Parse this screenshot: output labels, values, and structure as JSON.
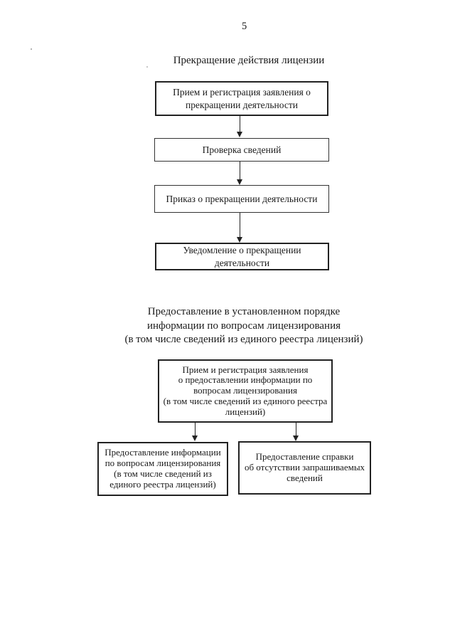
{
  "page": {
    "number": "5"
  },
  "colors": {
    "paper": "#ffffff",
    "ink": "#1a1a1a",
    "box_border": "#222222"
  },
  "flowchart_termination": {
    "title": "Прекращение действия лицензии",
    "steps": [
      {
        "lines": [
          "Прием и регистрация заявления о",
          "прекращении деятельности"
        ]
      },
      {
        "lines": [
          "Проверка сведений"
        ]
      },
      {
        "lines": [
          "Приказ о прекращении деятельности"
        ]
      },
      {
        "lines": [
          "Уведомление о прекращении",
          "деятельности"
        ]
      }
    ]
  },
  "flowchart_information": {
    "title_lines": [
      "Предоставление в установленном порядке",
      "информации по вопросам лицензирования",
      "(в том числе сведений из единого реестра лицензий)"
    ],
    "root": {
      "lines": [
        "Прием и регистрация заявления",
        "о предоставлении информации по",
        "вопросам лицензирования",
        "(в том числе сведений из единого реестра",
        "лицензий)"
      ]
    },
    "branches": [
      {
        "lines": [
          "Предоставление информации",
          "по вопросам лицензирования",
          "(в том числе сведений из",
          "единого реестра лицензий)"
        ]
      },
      {
        "lines": [
          "Предоставление справки",
          "об отсутствии запрашиваемых",
          "сведений"
        ]
      }
    ]
  }
}
